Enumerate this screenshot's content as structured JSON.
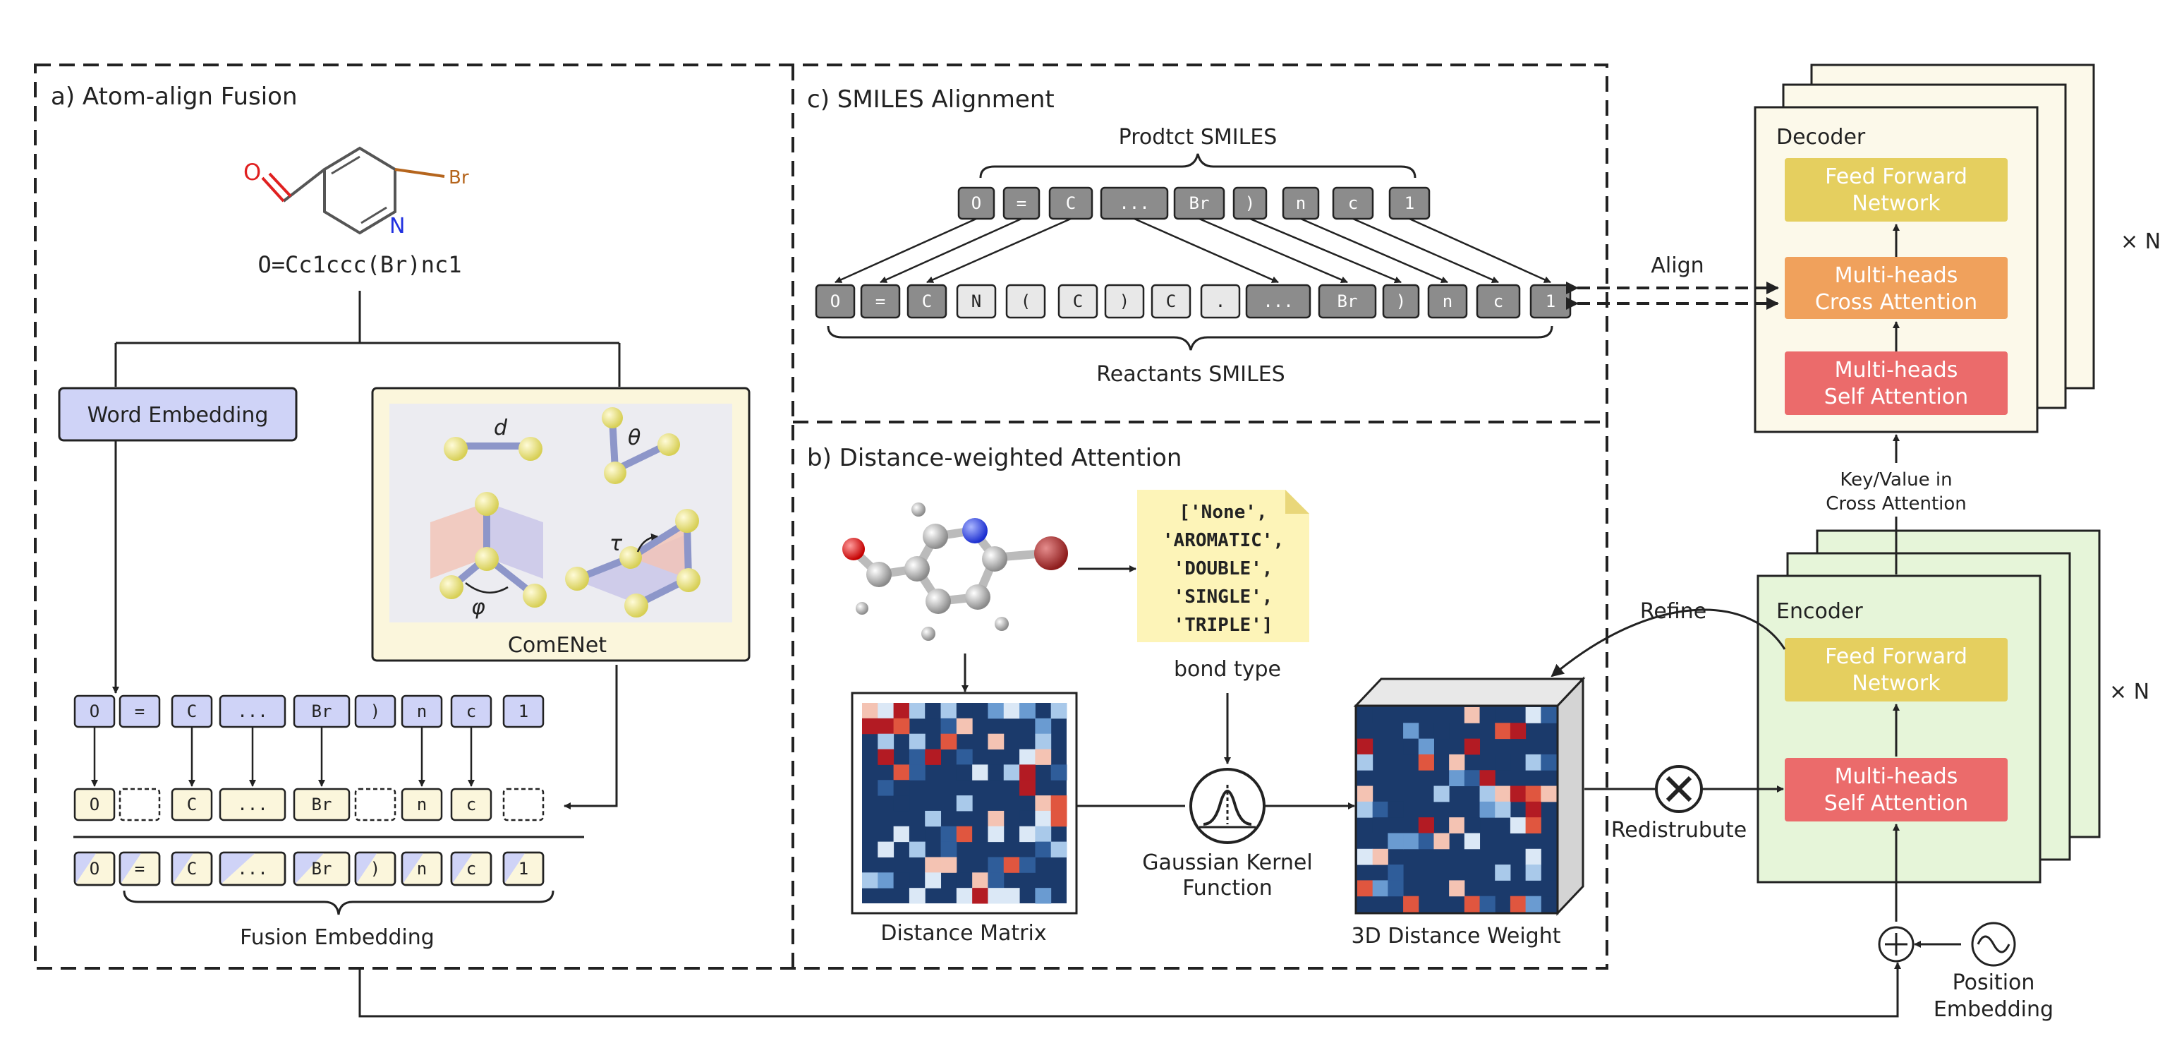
{
  "panels": {
    "a_title": "a) Atom-align Fusion",
    "b_title": "b) Distance-weighted Attention",
    "c_title": "c) SMILES Alignment"
  },
  "panel_a": {
    "molecule_o_label": "O",
    "molecule_n_label": "N",
    "molecule_br_label": "Br",
    "smiles": "O=Cc1ccc(Br)nc1",
    "word_embedding": "Word Embedding",
    "comenet": "ComENet",
    "geom_symbols": [
      "d",
      "θ",
      "φ",
      "τ"
    ],
    "top_tokens": [
      "O",
      "=",
      "C",
      "...",
      "Br",
      ")",
      "n",
      "c",
      "1"
    ],
    "mid_tokens": [
      "O",
      "",
      "C",
      "...",
      "Br",
      "",
      "n",
      "c",
      ""
    ],
    "fused_tokens": [
      "O",
      "=",
      "C",
      "...",
      "Br",
      ")",
      "n",
      "c",
      "1"
    ],
    "fusion_embedding": "Fusion Embedding"
  },
  "panel_c": {
    "product_label": "Prodtct SMILES",
    "product_tokens": [
      "O",
      "=",
      "C",
      "...",
      "Br",
      ")",
      "n",
      "c",
      "1"
    ],
    "reactant_tokens": [
      "O",
      "=",
      "C",
      "N",
      "(",
      "C",
      ")",
      "C",
      ".",
      "...",
      "Br",
      ")",
      "n",
      "c",
      "1"
    ],
    "reactants_label": "Reactants SMILES",
    "align_label": "Align"
  },
  "panel_b": {
    "bond_types": [
      "['None',",
      "'AROMATIC',",
      "'DOUBLE',",
      "'SINGLE',",
      "'TRIPLE']"
    ],
    "bond_type_label": "bond type",
    "distance_matrix": "Distance Matrix",
    "gaussian_line1": "Gaussian Kernel",
    "gaussian_line2": "Function",
    "weight_label": "3D Distance Weight"
  },
  "transformer": {
    "decoder": "Decoder",
    "encoder": "Encoder",
    "ffn_line1": "Feed Forward",
    "ffn_line2": "Network",
    "cross_line1": "Multi-heads",
    "cross_line2": "Cross Attention",
    "self_line1": "Multi-heads",
    "self_line2": "Self Attention",
    "times_n": "× N",
    "kv_line1": "Key/Value in",
    "kv_line2": "Cross Attention",
    "refine": "Refine",
    "redistribute": "Redistrubute",
    "pos_line1": "Position",
    "pos_line2": "Embedding"
  },
  "colors": {
    "word_embedding_fill": "#cfd3f7",
    "token_blue": "#cfd3f7",
    "token_cream": "#fbf6dc",
    "token_grey": "#8c8c8c",
    "decoder_fill": "#fcf9ea",
    "encoder_fill": "#e6f5d9",
    "ffn_fill": "#e5cf5f",
    "cross_fill": "#f0a15c",
    "self_fill": "#eb6b6b",
    "matrix_dark": "#1b3a6b"
  }
}
